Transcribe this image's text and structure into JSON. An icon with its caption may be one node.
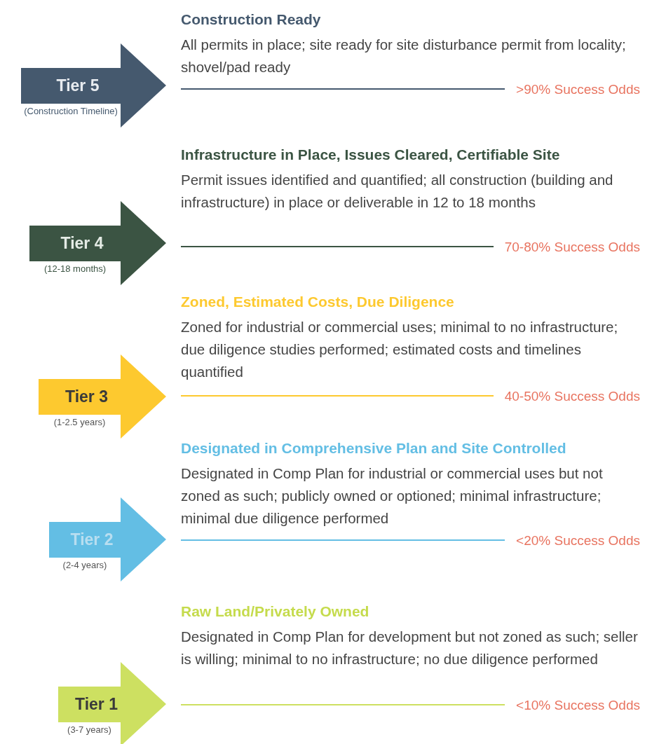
{
  "diagram": {
    "nodes": [
      {
        "text": [
          "Tier 5"
        ],
        "beside": [
          "(Construction Timeline)"
        ]
      },
      {
        "text": [
          "Tier 4"
        ],
        "beside": [
          "(12-18 months)"
        ]
      },
      {
        "text": [
          "Tier 3"
        ],
        "beside": [
          "(1-2.5 years)"
        ]
      },
      {
        "text": [
          "Tier 2"
        ],
        "beside": [
          "(2-4 years)"
        ]
      },
      {
        "text": [
          "Tier 1"
        ],
        "beside": [
          "(3-7 years)"
        ]
      }
    ],
    "edges": [],
    "labels": [
      "Construction Ready",
      "All permits in place; site ready for site disturbance permit from locality; shovel/pad ready",
      ">90% Success Odds",
      "Infrastructure in Place, Issues Cleared, Certifiable Site",
      "Permit issues identified and quantified; all construction (building and infrastructure) in place or deliverable in 12 to 18 months",
      "70-80% Success Odds",
      "Zoned, Estimated Costs, Due Diligence",
      "Zoned for industrial or commercial uses; minimal to no infrastructure; due diligence studies performed; estimated costs and timelines quantified",
      "40-50% Success Odds",
      "Designated in Comprehensive Plan and Site Controlled",
      "Designated in Comp Plan for industrial or commercial uses but not zoned as such; publicly owned or optioned; minimal infrastructure; minimal due diligence performed",
      "<20% Success Odds",
      "Raw Land/Privately Owned",
      "Designated in Comp Plan for development but not zoned as such; seller is willing; minimal to no infrastructure; no due diligence performed",
      "<10% Success Odds"
    ]
  }
}
